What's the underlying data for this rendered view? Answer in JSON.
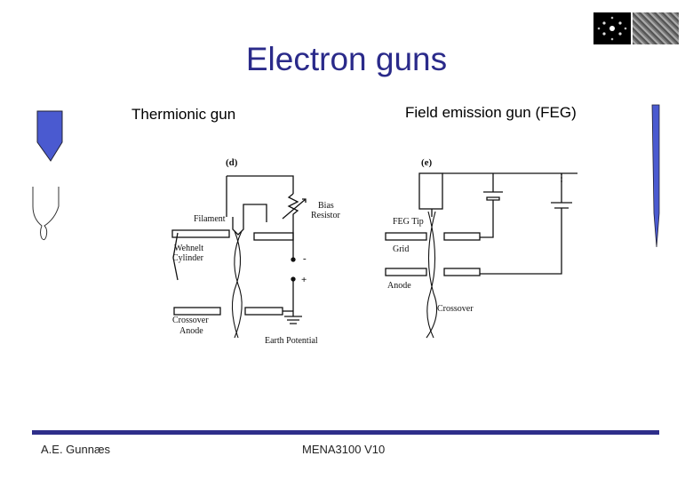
{
  "slide": {
    "title": "Electron guns",
    "thermionic_heading": "Thermionic gun",
    "feg_heading": "Field emission gun (FEG)"
  },
  "thermionic_diagram": {
    "panel_label": "(d)",
    "labels": {
      "filament": "Filament",
      "bias_line1": "Bias",
      "bias_line2": "Resistor",
      "wehnelt_line1": "Wehnelt",
      "wehnelt_line2": "Cylinder",
      "minus": "-",
      "plus": "+",
      "crossover": "Crossover",
      "anode": "Anode",
      "earth": "Earth Potential"
    }
  },
  "feg_diagram": {
    "panel_label": "(e)",
    "labels": {
      "feg_tip": "FEG Tip",
      "grid": "Grid",
      "anode": "Anode",
      "crossover": "Crossover"
    }
  },
  "footer": {
    "author": "A.E. Gunnæs",
    "course": "MENA3100 V10"
  },
  "icons": [
    "thermionic-tip-icon",
    "filament-loop-icon",
    "feg-needle-icon",
    "diffraction-pattern-icon",
    "lattice-image-icon"
  ],
  "colors": {
    "title": "#2a2a8a",
    "accent_blue": "#4a5ad0",
    "footer_bar": "#2e2e8a"
  }
}
